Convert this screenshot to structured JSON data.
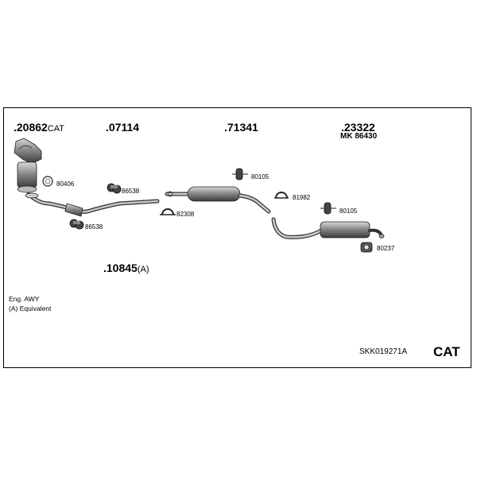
{
  "part_numbers": {
    "p20862": {
      "number": ".20862",
      "suffix": "CAT"
    },
    "p07114": {
      "number": ".07114"
    },
    "p71341": {
      "number": ".71341"
    },
    "p23322": {
      "number": ".23322",
      "sub": "MK 86430"
    },
    "p10845": {
      "number": ".10845",
      "suffix": "(A)"
    }
  },
  "small_parts": {
    "s80406": "80406",
    "s86538a": "86538",
    "s86538b": "86538",
    "s82308": "82308",
    "s80105a": "80105",
    "s81982": "81982",
    "s80105b": "80105",
    "s80237": "80237"
  },
  "notes": {
    "engine": "Eng. AWY",
    "equivalent": "(A) Equivalent"
  },
  "footer": {
    "kit_code": "SKK019271A",
    "category": "CAT"
  }
}
